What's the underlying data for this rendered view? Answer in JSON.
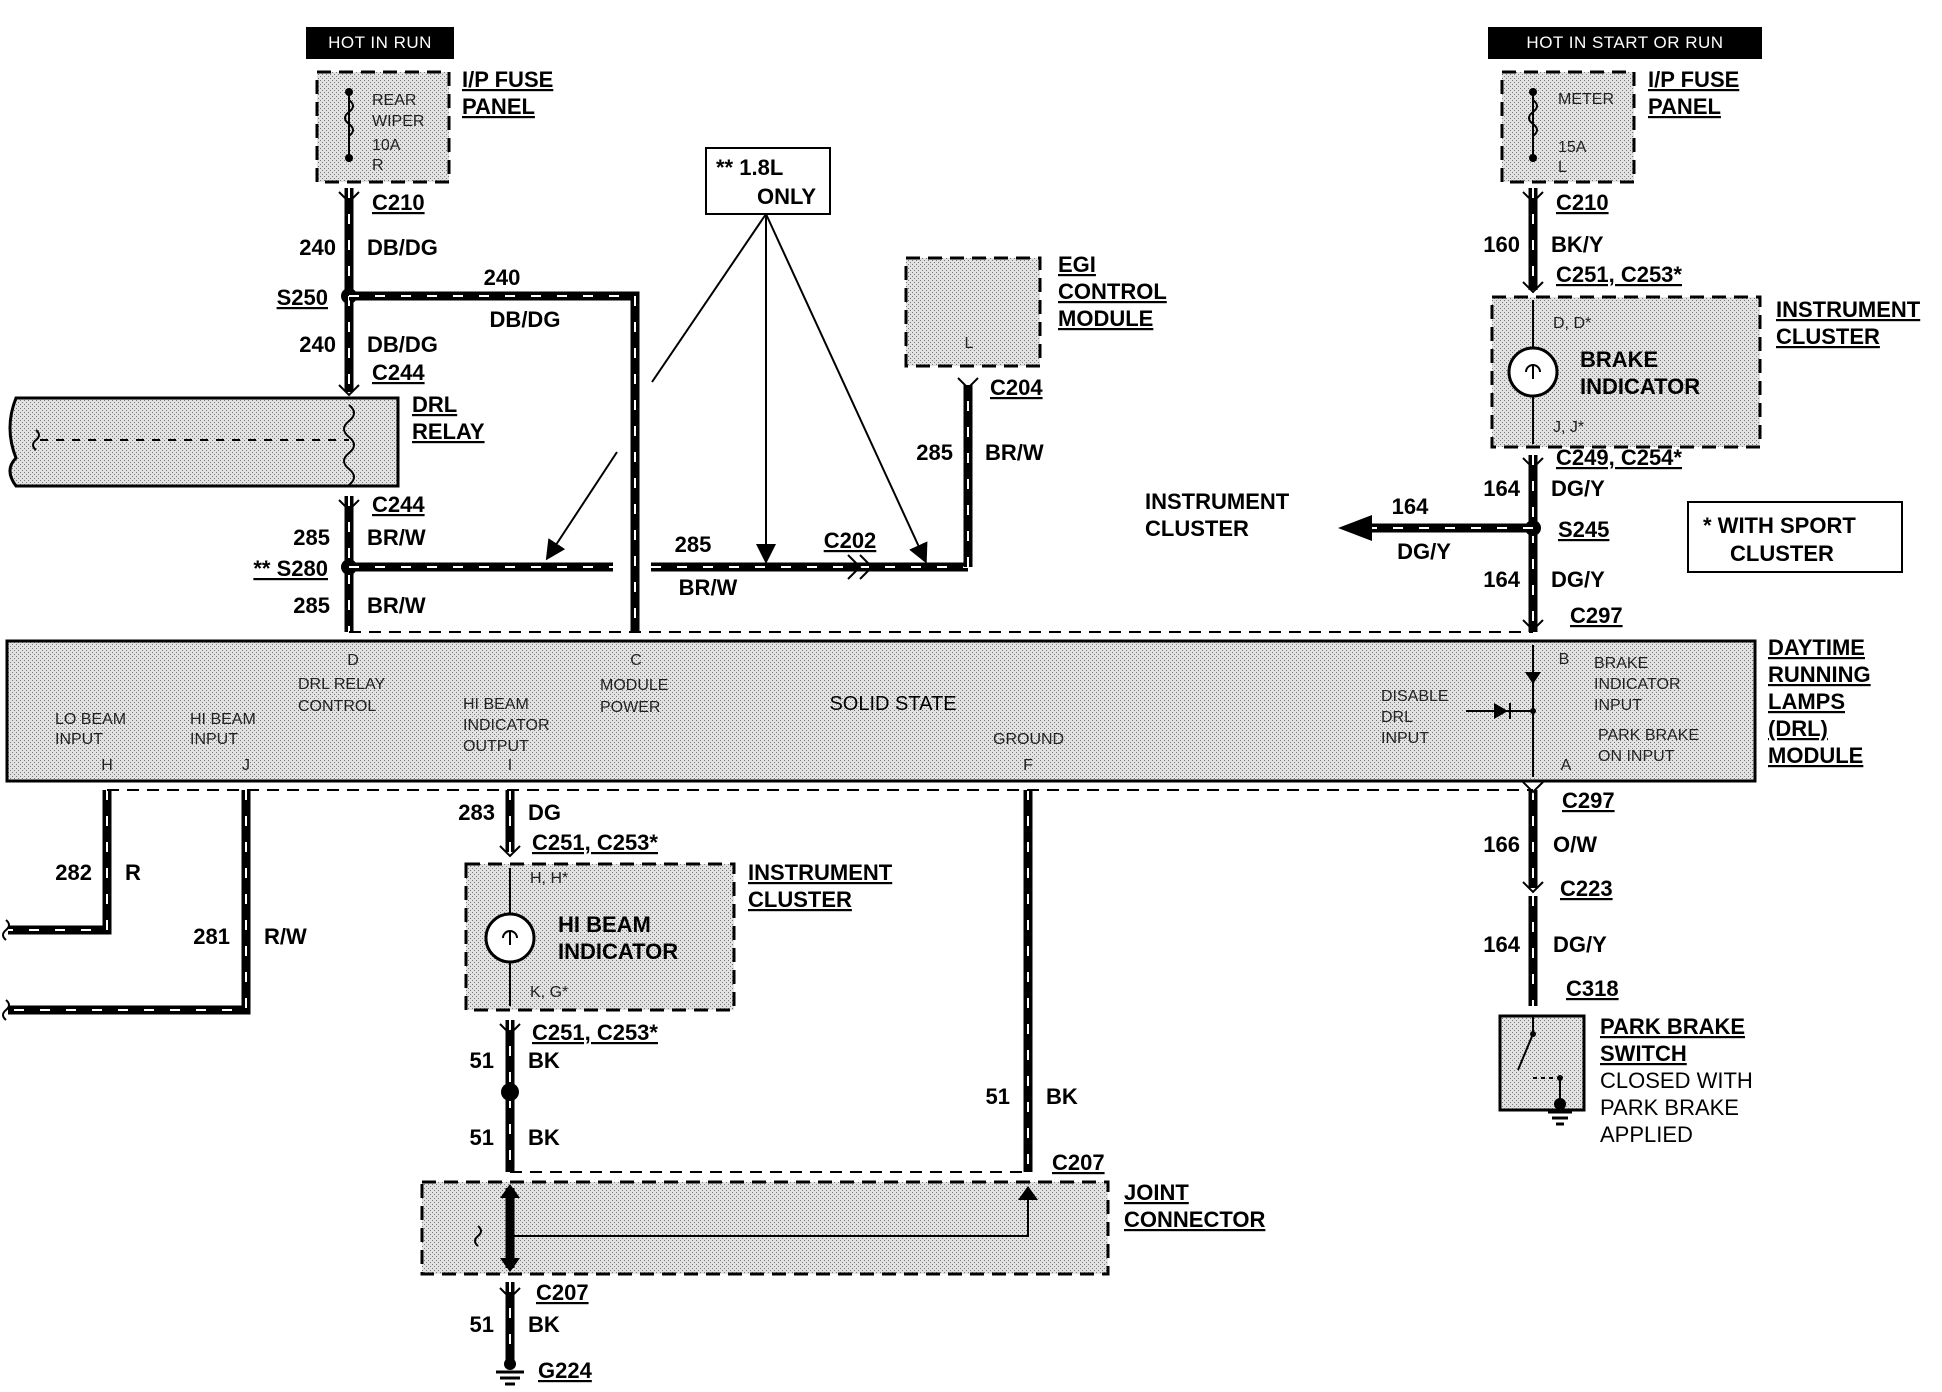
{
  "hot_run": "HOT IN RUN",
  "hot_start_run": "HOT IN START OR RUN",
  "ip_fuse_panel_l1": "I/P FUSE",
  "ip_fuse_panel_l2": "PANEL",
  "fuse_left_l1": "REAR",
  "fuse_left_l2": "WIPER",
  "fuse_left_l3": "10A",
  "fuse_left_l4": "R",
  "fuse_right_l1": "METER",
  "fuse_right_l2": "15A",
  "fuse_right_l3": "L",
  "only_l1": "** 1.8L",
  "only_l2": "ONLY",
  "egi_l1": "EGI",
  "egi_l2": "CONTROL",
  "egi_l3": "MODULE",
  "egi_pin": "L",
  "drl_relay_l1": "DRL",
  "drl_relay_l2": "RELAY",
  "ic_l1": "INSTRUMENT",
  "ic_l2": "CLUSTER",
  "brake_ind_l1": "BRAKE",
  "brake_ind_l2": "INDICATOR",
  "brake_pin_top": "D, D*",
  "brake_pin_bot": "J, J*",
  "sport_l1": "* WITH SPORT",
  "sport_l2": "CLUSTER",
  "drl_mod_l1": "DAYTIME",
  "drl_mod_l2": "RUNNING",
  "drl_mod_l3": "LAMPS",
  "drl_mod_l4": "(DRL)",
  "drl_mod_l5": "MODULE",
  "solid_state": "SOLID STATE",
  "mod_lo_l1": "LO BEAM",
  "mod_lo_l2": "INPUT",
  "mod_lo_pin": "H",
  "mod_hi_l1": "HI BEAM",
  "mod_hi_l2": "INPUT",
  "mod_hi_pin": "J",
  "mod_drl_pin": "D",
  "mod_drl_l1": "DRL RELAY",
  "mod_drl_l2": "CONTROL",
  "mod_hbi_l1": "HI BEAM",
  "mod_hbi_l2": "INDICATOR",
  "mod_hbi_l3": "OUTPUT",
  "mod_hbi_pin": "I",
  "mod_pwr_pin": "C",
  "mod_pwr_l1": "MODULE",
  "mod_pwr_l2": "POWER",
  "mod_gnd_l1": "GROUND",
  "mod_gnd_pin": "F",
  "mod_dis_l1": "DISABLE",
  "mod_dis_l2": "DRL",
  "mod_dis_l3": "INPUT",
  "mod_bi_pin": "B",
  "mod_bi_l1": "BRAKE",
  "mod_bi_l2": "INDICATOR",
  "mod_bi_l3": "INPUT",
  "mod_pb_l1": "PARK BRAKE",
  "mod_pb_l2": "ON INPUT",
  "mod_pb_pin": "A",
  "hbi_l1": "HI BEAM",
  "hbi_l2": "INDICATOR",
  "hbi_pin_top": "H, H*",
  "hbi_pin_bot": "K, G*",
  "joint_l1": "JOINT",
  "joint_l2": "CONNECTOR",
  "pbs_l1": "PARK BRAKE",
  "pbs_l2": "SWITCH",
  "pbs_l3": "CLOSED WITH",
  "pbs_l4": "PARK BRAKE",
  "pbs_l5": "APPLIED",
  "c210": "C210",
  "c244": "C244",
  "c204": "C204",
  "c202": "C202",
  "c251_c253": "C251, C253*",
  "c249_c254": "C249, C254*",
  "c297": "C297",
  "c223": "C223",
  "c318": "C318",
  "c207": "C207",
  "s250": "S250",
  "s280": "** S280",
  "s245": "S245",
  "g224": "G224",
  "w240": "240",
  "w285": "285",
  "w160": "160",
  "w164": "164",
  "w166": "166",
  "w283": "283",
  "w282": "282",
  "w281": "281",
  "w51": "51",
  "c_dbdg": "DB/DG",
  "c_brw": "BR/W",
  "c_bky": "BK/Y",
  "c_dgy": "DG/Y",
  "c_ow": "O/W",
  "c_dg": "DG",
  "c_r": "R",
  "c_rw": "R/W",
  "c_bk": "BK"
}
